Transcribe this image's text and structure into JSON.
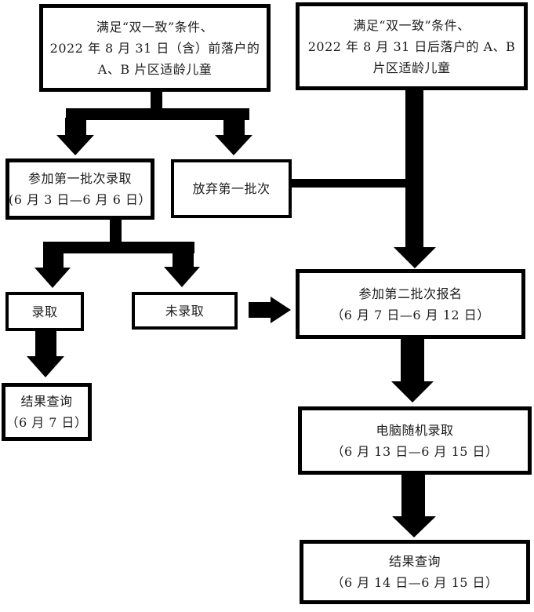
{
  "colors": {
    "line": "#000000",
    "box_border": "#000000",
    "box_background": "#ffffff",
    "text": "#1c1c1c"
  },
  "boxes": {
    "box_a": {
      "lines": [
        "满足“双一致”条件、",
        "2022 年 8 月 31 日（含）前落户的",
        "A、B 片区适龄儿童"
      ]
    },
    "box_b": {
      "lines": [
        "满足“双一致”条件、",
        "2022 年 8 月 31 日后落户的 A、B",
        "片区适龄儿童"
      ]
    },
    "first_batch": {
      "lines": [
        "参加第一批次录取",
        "(6 月 3 日—6 月 6 日）"
      ]
    },
    "giveup": {
      "lines": [
        "放弃第一批次"
      ]
    },
    "admitted": {
      "lines": [
        "录取"
      ]
    },
    "not_admitted": {
      "lines": [
        "未录取"
      ]
    },
    "result1": {
      "lines": [
        "结果查询",
        "（6 月 7 日）"
      ]
    },
    "second_batch": {
      "lines": [
        "参加第二批次报名",
        "（6 月 7 日—6 月 12 日）"
      ]
    },
    "computer": {
      "lines": [
        "电脑随机录取",
        "（6 月 13 日—6 月 15 日）"
      ]
    },
    "result2": {
      "lines": [
        "结果查询",
        "（6 月 14 日—6 月 15 日）"
      ]
    }
  },
  "edges": [
    {
      "from": "box_a",
      "to": "first_batch"
    },
    {
      "from": "box_a",
      "to": "giveup"
    },
    {
      "from": "first_batch",
      "to": "admitted"
    },
    {
      "from": "first_batch",
      "to": "not_admitted"
    },
    {
      "from": "admitted",
      "to": "result1"
    },
    {
      "from": "not_admitted",
      "to": "second_batch"
    },
    {
      "from": "giveup",
      "to": "second_batch"
    },
    {
      "from": "box_b",
      "to": "second_batch"
    },
    {
      "from": "second_batch",
      "to": "computer"
    },
    {
      "from": "computer",
      "to": "result2"
    }
  ]
}
